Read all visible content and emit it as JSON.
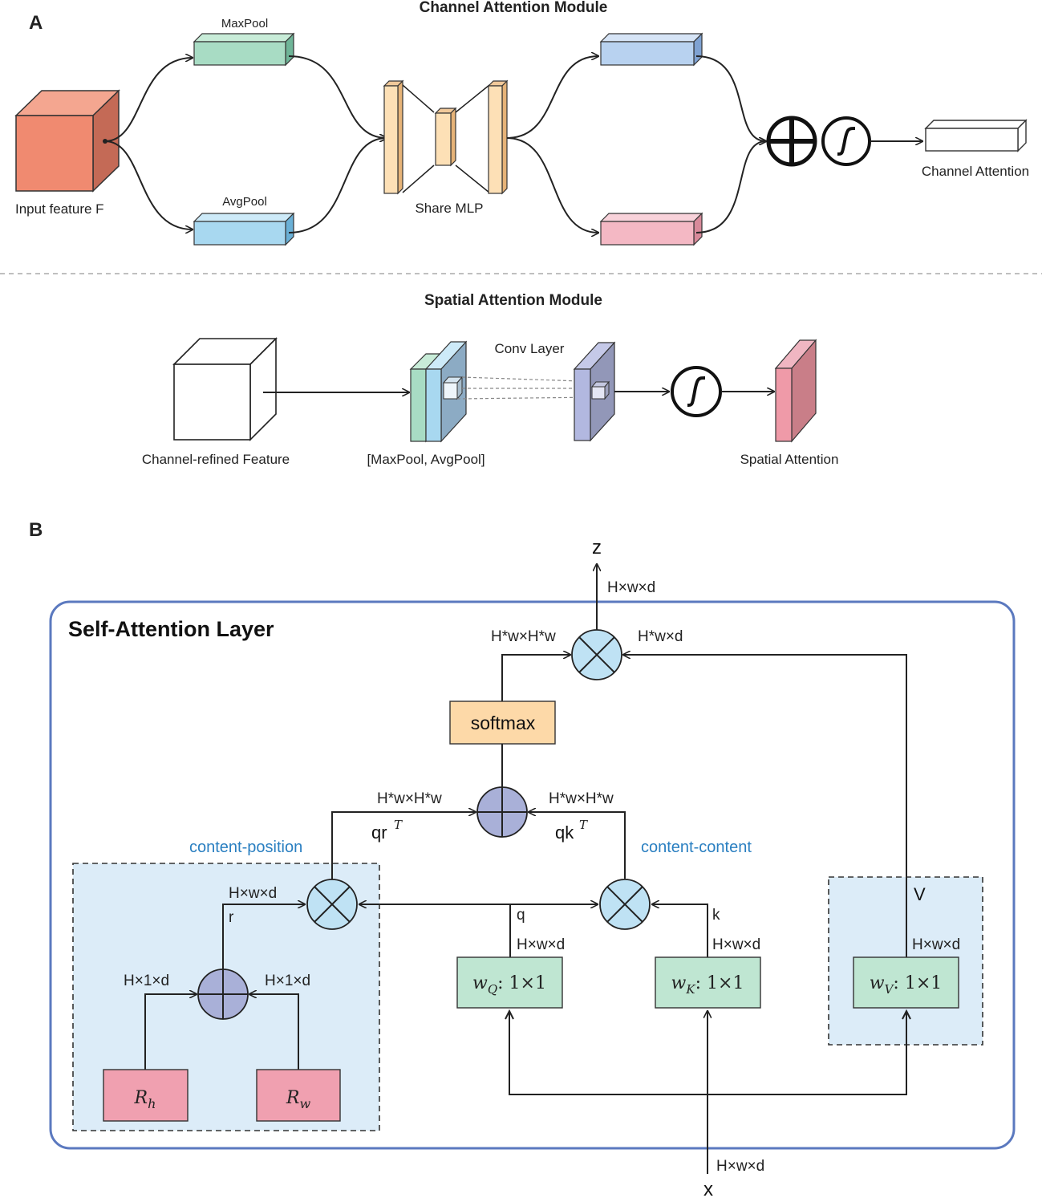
{
  "panel_a": {
    "letter": "A",
    "channel_module": {
      "title": "Channel Attention Module",
      "input_label": "Input feature F",
      "maxpool_label": "MaxPool",
      "avgpool_label": "AvgPool",
      "mlp_label": "Share MLP",
      "output_label": "Channel Attention"
    },
    "spatial_module": {
      "title": "Spatial Attention Module",
      "input_label": "Channel-refined Feature",
      "pool_label": "[MaxPool, AvgPool]",
      "conv_label": "Conv Layer",
      "output_label": "Spatial Attention"
    }
  },
  "panel_b": {
    "letter": "B",
    "layer_title": "Self-Attention Layer",
    "output_var": "z",
    "input_var": "x",
    "output_dim": "H×w×d",
    "input_dim": "H×w×d",
    "top_left_dim": "H*w×H*w",
    "top_right_dim": "H*w×d",
    "softmax_label": "softmax",
    "sum_left_dim": "H*w×H*w",
    "sum_right_dim": "H*w×H*w",
    "qr_label": "qr",
    "qk_label": "qk",
    "transpose_sup": "T",
    "content_position_label": "content-position",
    "content_content_label": "content-content",
    "r_dim": "H×w×d",
    "r_label": "r",
    "q_label": "q",
    "k_label": "k",
    "v_label": "V",
    "rh_dim": "H×1×d",
    "rw_dim": "H×1×d",
    "wq_dim": "H×w×d",
    "wk_dim": "H×w×d",
    "wv_dim": "H×w×d",
    "wq_base": "w",
    "wq_sub": "Q",
    "wk_base": "w",
    "wk_sub": "K",
    "wv_base": "w",
    "wv_sub": "V",
    "conv_size": ": 1×1",
    "rh_base": "R",
    "rh_sub": "h",
    "rw_base": "R",
    "rw_sub": "w"
  },
  "colors": {
    "input_cube": "#f08a70",
    "maxpool": "#a8dcc4",
    "avgpool": "#a8d8f0",
    "mlp": "#fde0b6",
    "mlp_out_top": "#b8d2f0",
    "mlp_out_bottom": "#f4b8c4",
    "softmax": "#fdd9a8",
    "conv_box": "#bfe6d2",
    "pos_box": "#f0a0b0",
    "region_bg": "#dcecf8",
    "mult_circle": "#bfe2f4",
    "sum_circle": "#a9b0d8",
    "frame": "#5b79bf"
  }
}
